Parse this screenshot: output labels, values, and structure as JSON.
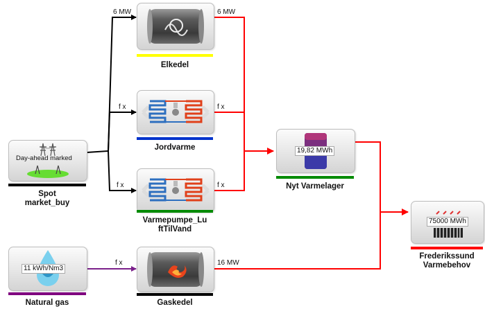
{
  "colors": {
    "electric_line": "#000000",
    "heat_line": "#ff0000",
    "gas_line": "#7a1f8a",
    "elkedel_bar": "#ffff00",
    "jordvarme_bar": "#0033cc",
    "varmepumpe_bar": "#008a00",
    "varmelager_bar": "#008a00",
    "spot_bar": "#000000",
    "naturalgas_bar": "#800080",
    "gaskedel_bar": "#000000",
    "demand_bar": "#ff0000"
  },
  "nodes": {
    "spot": {
      "inner_label": "Day-ahead marked",
      "label": "Spot\nmarket_buy",
      "icon": "power-pylon-icon"
    },
    "elkedel": {
      "label": "Elkedel",
      "icon": "electric-boiler-icon"
    },
    "jordvarme": {
      "label": "Jordvarme",
      "icon": "heat-pump-icon"
    },
    "varmepumpe": {
      "label": "Varmepumpe_Lu\nftTilVand",
      "icon": "heat-pump-icon"
    },
    "varmelager": {
      "inner_label": "19,82 MWh",
      "label": "Nyt Varmelager",
      "icon": "storage-tank-icon"
    },
    "naturalgas": {
      "inner_label": "11 kWh/Nm3",
      "label": "Natural gas",
      "icon": "gas-drop-icon"
    },
    "gaskedel": {
      "label": "Gaskedel",
      "icon": "gas-boiler-icon"
    },
    "demand": {
      "inner_label": "75000 MWh",
      "label": "Frederikssund\nVarmebehov",
      "icon": "radiator-icon"
    }
  },
  "flows": {
    "spot_to_elkedel": "6 MW",
    "elkedel_out": "6 MW",
    "spot_to_jordvarme": "f x",
    "jordvarme_out": "f x",
    "spot_to_varmepumpe": "f x",
    "varmepumpe_out": "f x",
    "gas_to_gaskedel": "f x",
    "gaskedel_out": "16 MW"
  }
}
